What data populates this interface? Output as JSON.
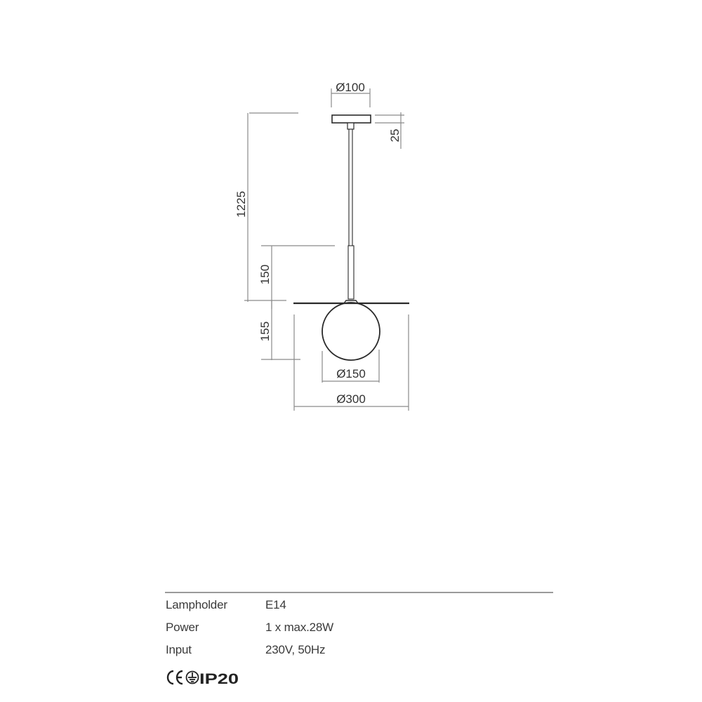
{
  "drawing": {
    "dimensions": {
      "canopy_diameter": "Ø100",
      "canopy_height": "25",
      "total_height": "1225",
      "stem_lower_height": "150",
      "shade_drop": "155",
      "globe_diameter": "Ø150",
      "disc_diameter": "Ø300"
    },
    "line_color": "#2a2a2a",
    "dim_line_color": "#8a8a8a"
  },
  "specs": {
    "rows": [
      {
        "label": "Lampholder",
        "value": "E14"
      },
      {
        "label": "Power",
        "value": "1 x max.28W"
      },
      {
        "label": "Input",
        "value": "230V, 50Hz"
      }
    ],
    "certifications": [
      "CE",
      "protection-class-earth",
      "IP20"
    ]
  }
}
